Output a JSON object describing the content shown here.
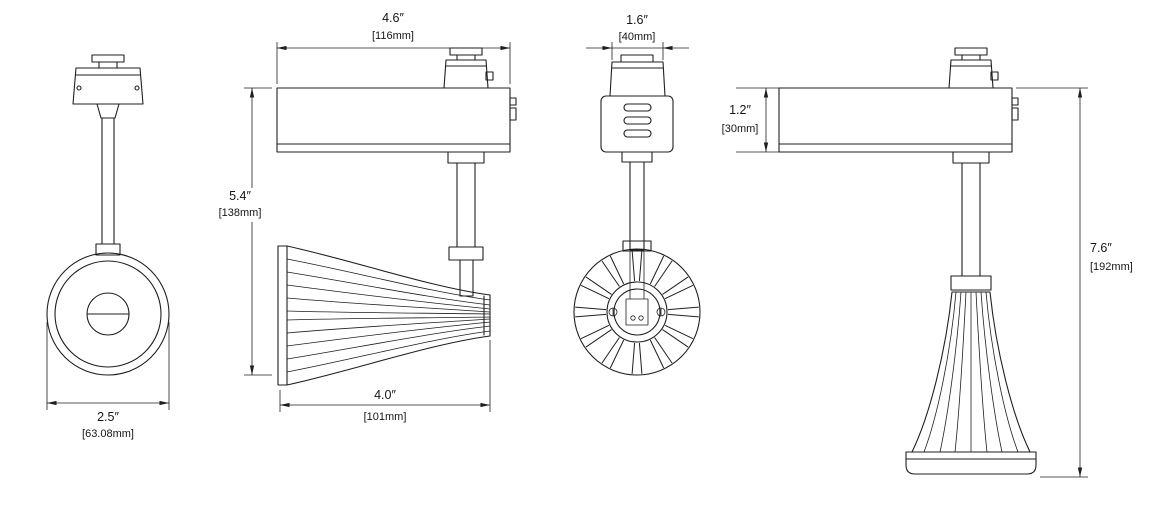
{
  "drawing": {
    "dimensions": {
      "lens_diameter": {
        "in": "2.5″",
        "mm": "[63.08mm]"
      },
      "housing_width": {
        "in": "4.6″",
        "mm": "[116mm]"
      },
      "body_height": {
        "in": "5.4″",
        "mm": "[138mm]"
      },
      "head_length": {
        "in": "4.0″",
        "mm": "[101mm]"
      },
      "adapter_width": {
        "in": "1.6″",
        "mm": "[40mm]"
      },
      "housing_height": {
        "in": "1.2″",
        "mm": "[30mm]"
      },
      "overall_height": {
        "in": "7.6″",
        "mm": "[192mm]"
      }
    },
    "colors": {
      "line": "#1f1f1f",
      "background": "#ffffff"
    }
  }
}
